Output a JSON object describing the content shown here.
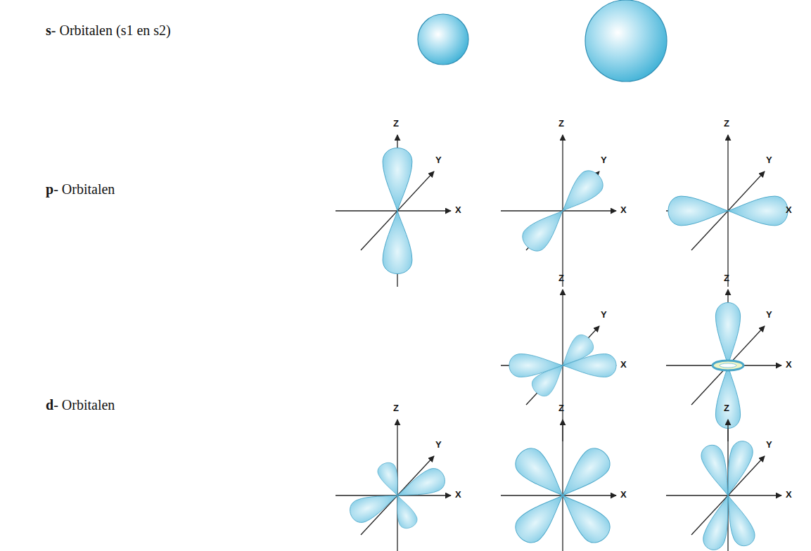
{
  "diagram": {
    "labels": [
      "s- Orbitalen (s1 en s2)",
      "p- Orbitalen",
      "d- Orbitalen",
      "Z",
      "Y",
      "X",
      "Z",
      "Y",
      "X",
      "Z",
      "Y",
      "X",
      "Z",
      "Y",
      "X",
      "Z",
      "Y",
      "X",
      "Z",
      "Y",
      "X",
      "Z",
      "X",
      "Z",
      "Y",
      "X"
    ]
  }
}
